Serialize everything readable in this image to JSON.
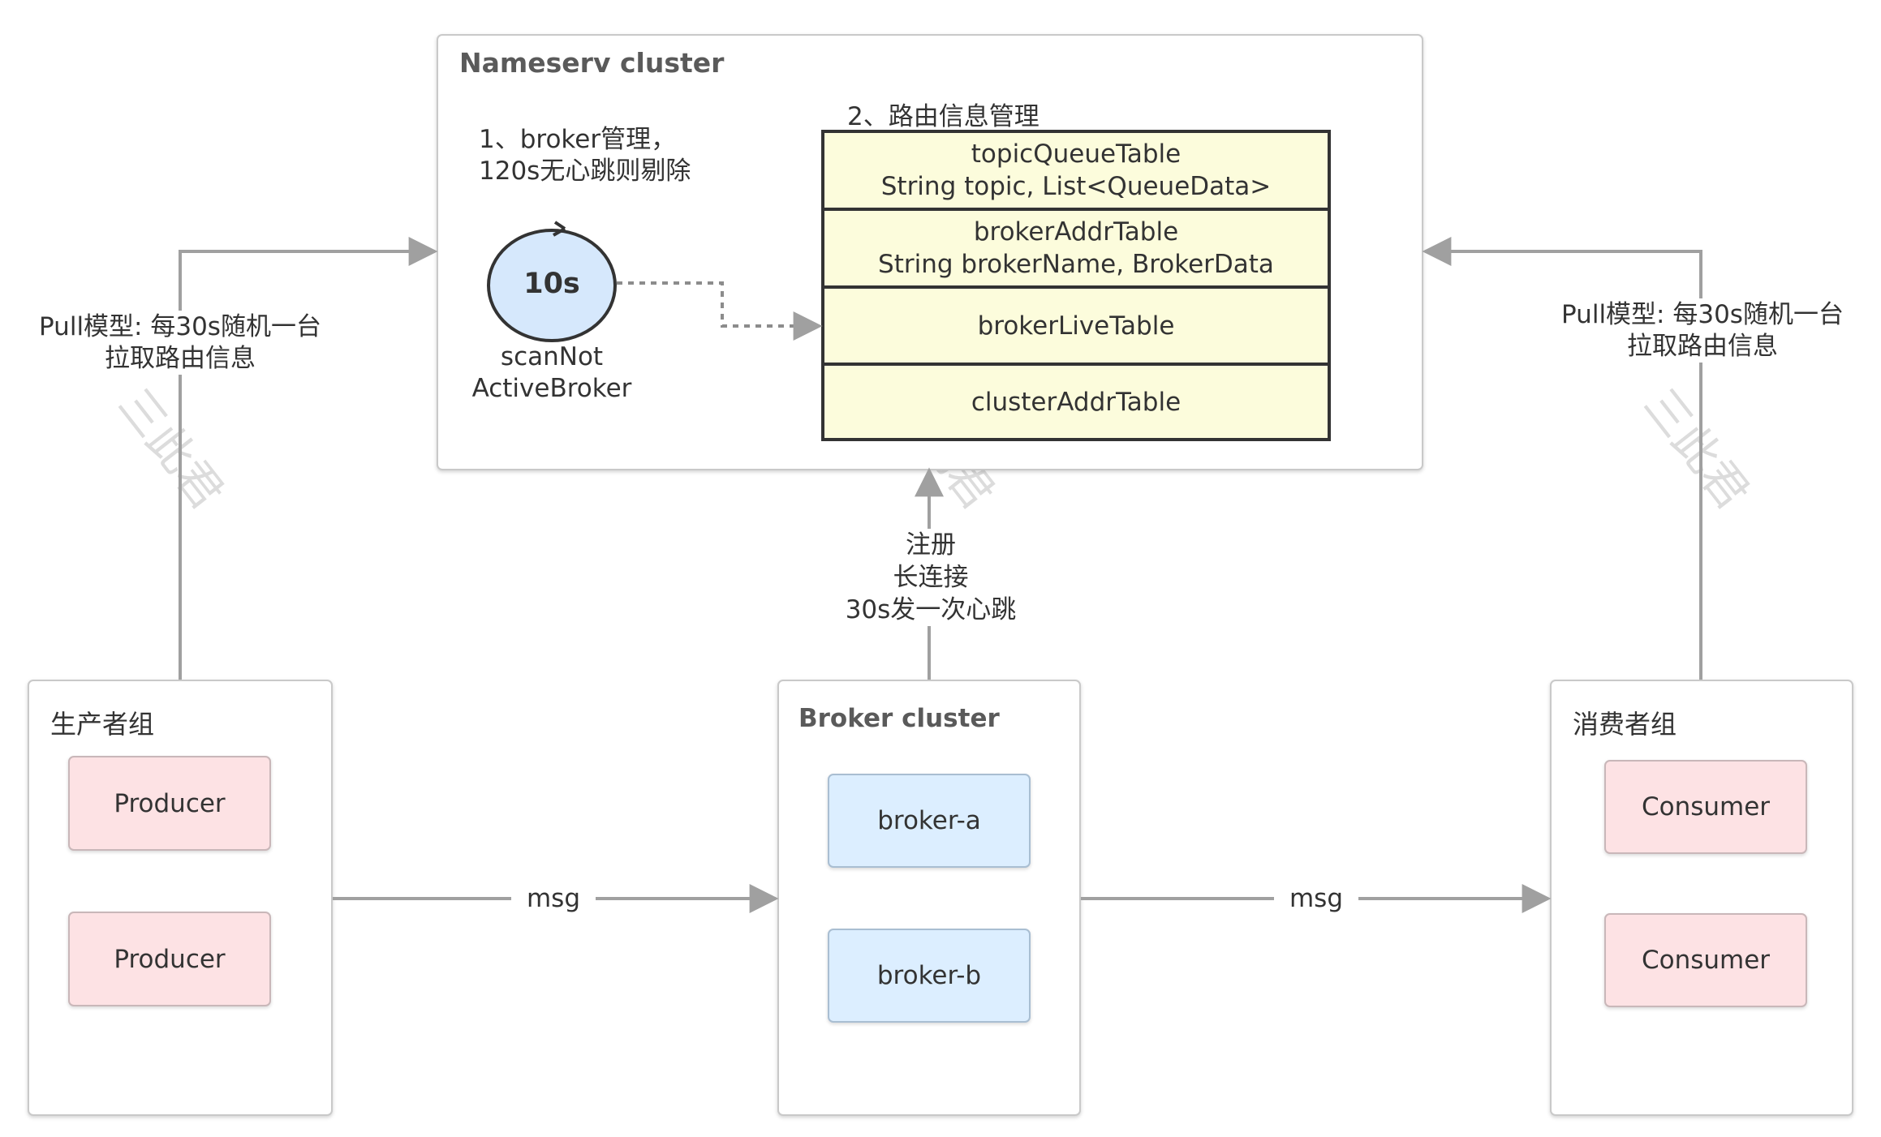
{
  "nameserv": {
    "title": "Nameserv cluster",
    "broker_mgmt_line1": "1、broker管理，",
    "broker_mgmt_line2": "120s无心跳则剔除",
    "timer_label": "10s",
    "scan_line1": "scanNot",
    "scan_line2": "ActiveBroker",
    "routing_title": "2、路由信息管理",
    "tables": [
      {
        "name": "topicQueueTable",
        "detail": "String topic, List<QueueData>"
      },
      {
        "name": "brokerAddrTable",
        "detail": "String brokerName, BrokerData"
      },
      {
        "name": "brokerLiveTable",
        "detail": ""
      },
      {
        "name": "clusterAddrTable",
        "detail": ""
      }
    ]
  },
  "producer_group": {
    "title": "生产者组",
    "nodes": [
      "Producer",
      "Producer"
    ]
  },
  "broker_cluster": {
    "title": "Broker cluster",
    "nodes": [
      "broker-a",
      "broker-b"
    ]
  },
  "consumer_group": {
    "title": "消费者组",
    "nodes": [
      "Consumer",
      "Consumer"
    ]
  },
  "edges": {
    "pull_left_line1": "Pull模型: 每30s随机一台",
    "pull_left_line2": "拉取路由信息",
    "pull_right_line1": "Pull模型: 每30s随机一台",
    "pull_right_line2": "拉取路由信息",
    "register_line1": "注册",
    "register_line2": "长连接",
    "register_line3": "30s发一次心跳",
    "msg_left": "msg",
    "msg_right": "msg"
  },
  "watermark": "三此君",
  "colors": {
    "node_pink": "#fde2e4",
    "node_blue": "#dceeff",
    "table_yellow": "#fcfcdc",
    "timer_blue": "#d6e8fc",
    "connector_gray": "#a0a0a0"
  }
}
